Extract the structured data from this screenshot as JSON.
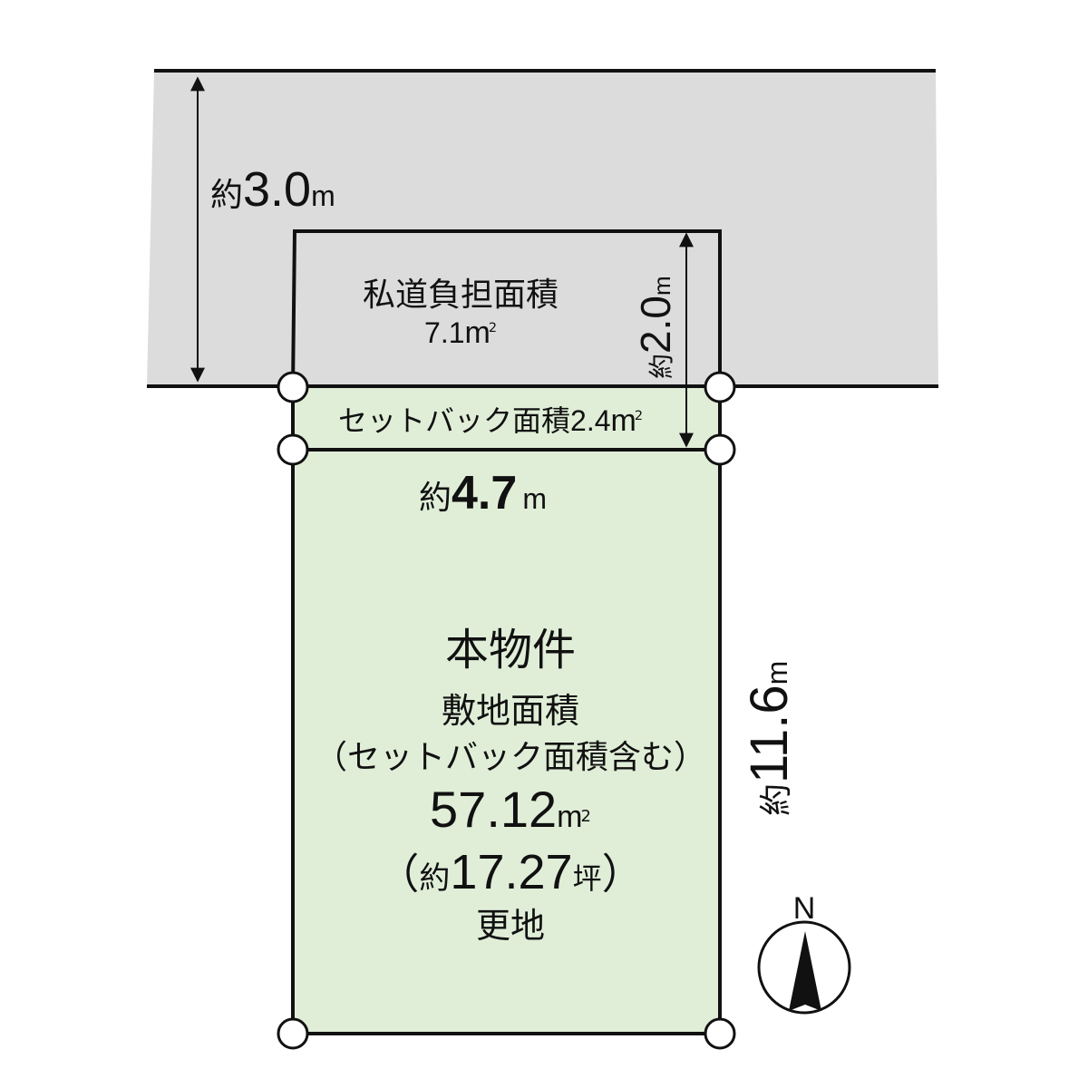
{
  "colors": {
    "road_fill": "#dcdcdc",
    "lot_fill": "#e0eed8",
    "line": "#111111",
    "marker_fill": "#ffffff"
  },
  "road": {
    "width_prefix": "約",
    "width_value": "3.0",
    "width_unit": "m"
  },
  "private_road": {
    "label": "私道負担面積",
    "area_value": "7.1",
    "area_unit": "m",
    "area_sup": "2",
    "depth_prefix": "約",
    "depth_value": "2.0",
    "depth_unit": "m"
  },
  "setback": {
    "label": "セットバック面積",
    "area_value": "2.4",
    "area_unit": "m",
    "area_sup": "2"
  },
  "frontage": {
    "prefix": "約",
    "value": "4.7",
    "unit": "m"
  },
  "side": {
    "prefix": "約",
    "value": "11.6",
    "unit": "m"
  },
  "property": {
    "title": "本物件",
    "site_area_label": "敷地面積",
    "note": "（セットバック面積含む）",
    "area_value": "57.12",
    "area_unit": "m",
    "area_sup": "2",
    "tsubo_open": "（",
    "tsubo_prefix": "約",
    "tsubo_value": "17.27",
    "tsubo_unit": "坪",
    "tsubo_close": "）",
    "land_status": "更地"
  },
  "compass": {
    "label": "N"
  }
}
